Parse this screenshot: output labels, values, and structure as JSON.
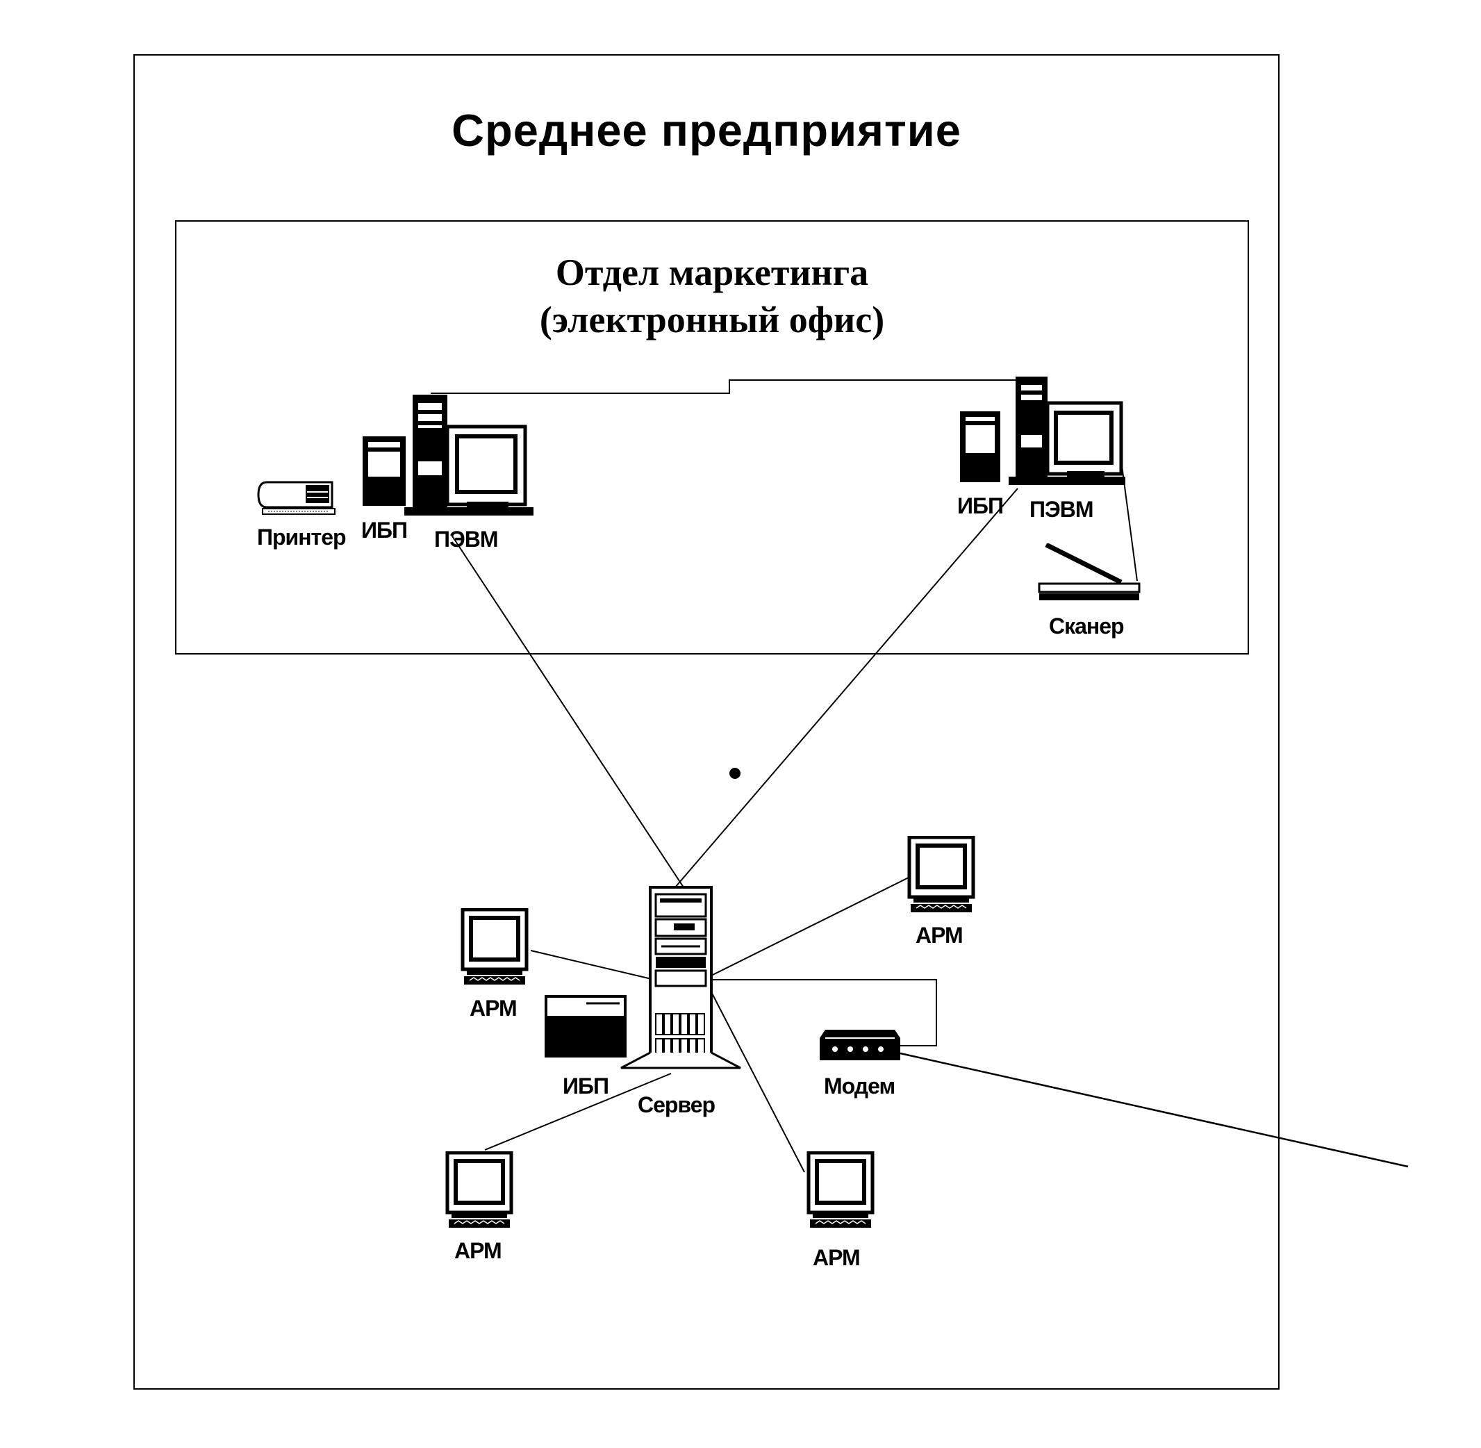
{
  "title": "Среднее  предприятие",
  "department": {
    "line1": "Отдел маркетинга",
    "line2": "(электронный  офис)"
  },
  "labels": {
    "printer": "Принтер",
    "ups_left": "ИБП",
    "pc_left": "ПЭВМ",
    "ups_right": "ИБП",
    "pc_right": "ПЭВМ",
    "scanner": "Сканер",
    "arm_top_right": "АРМ",
    "arm_left": "АРМ",
    "ups_server": "ИБП",
    "server": "Сервер",
    "modem": "Модем",
    "arm_bottom_left": "АРМ",
    "arm_bottom_right": "АРМ"
  },
  "icons": {
    "printer": "printer-icon",
    "ups": "ups-icon",
    "pc": "pc-icon",
    "scanner": "scanner-icon",
    "workstation": "monitor-icon",
    "server": "server-icon",
    "modem": "modem-icon"
  }
}
